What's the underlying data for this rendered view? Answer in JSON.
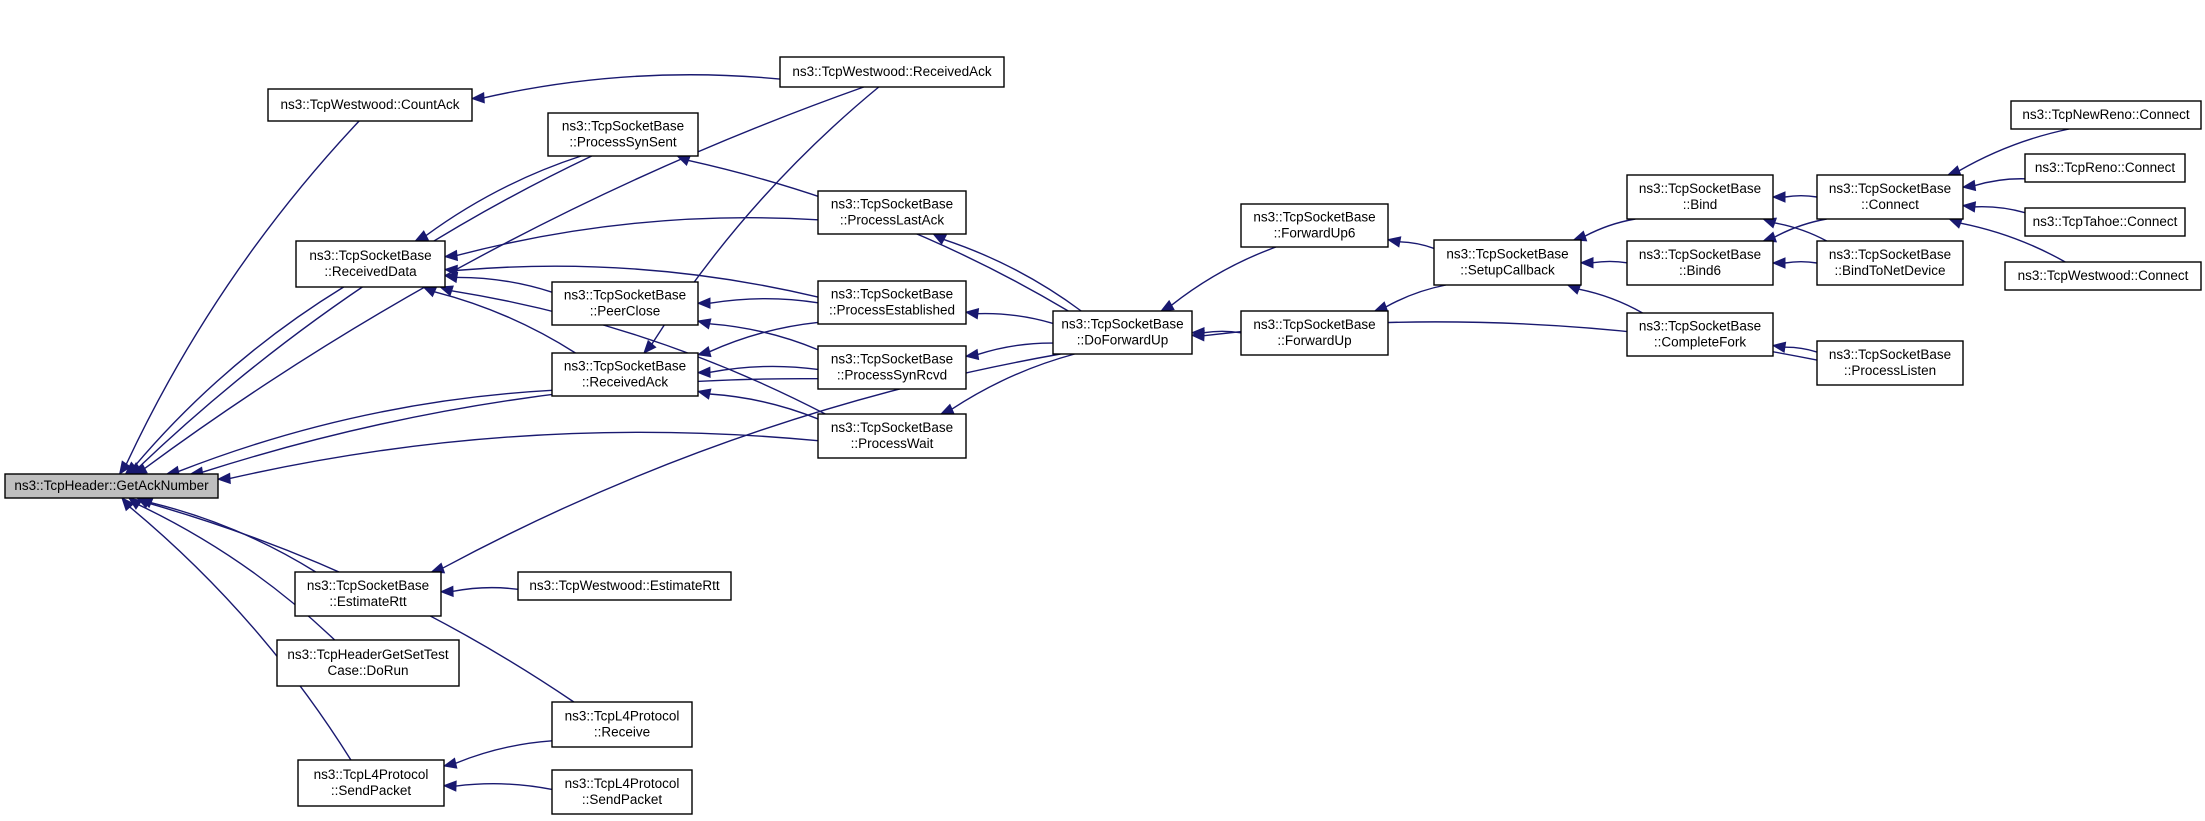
{
  "graph": {
    "edge_color": "#191970",
    "root_fill": "#bfbfbf",
    "node_fill": "#ffffff",
    "nodes": [
      {
        "id": "n0",
        "lines": [
          "ns3::TcpHeader::GetAckNumber"
        ]
      },
      {
        "id": "n1",
        "lines": [
          "ns3::TcpWestwood::CountAck"
        ]
      },
      {
        "id": "n2",
        "lines": [
          "ns3::TcpWestwood::ReceivedAck"
        ]
      },
      {
        "id": "n3",
        "lines": [
          "ns3::TcpSocketBase",
          "::ProcessSynSent"
        ]
      },
      {
        "id": "n4",
        "lines": [
          "ns3::TcpSocketBase",
          "::ReceivedData"
        ]
      },
      {
        "id": "n5",
        "lines": [
          "ns3::TcpSocketBase",
          "::PeerClose"
        ]
      },
      {
        "id": "n6",
        "lines": [
          "ns3::TcpSocketBase",
          "::ReceivedAck"
        ]
      },
      {
        "id": "n7",
        "lines": [
          "ns3::TcpSocketBase",
          "::ProcessLastAck"
        ]
      },
      {
        "id": "n8",
        "lines": [
          "ns3::TcpSocketBase",
          "::ProcessEstablished"
        ]
      },
      {
        "id": "n9",
        "lines": [
          "ns3::TcpSocketBase",
          "::ProcessSynRcvd"
        ]
      },
      {
        "id": "n10",
        "lines": [
          "ns3::TcpSocketBase",
          "::ProcessWait"
        ]
      },
      {
        "id": "n11",
        "lines": [
          "ns3::TcpSocketBase",
          "::DoForwardUp"
        ]
      },
      {
        "id": "n12",
        "lines": [
          "ns3::TcpSocketBase",
          "::ForwardUp6"
        ]
      },
      {
        "id": "n13",
        "lines": [
          "ns3::TcpSocketBase",
          "::ForwardUp"
        ]
      },
      {
        "id": "n14",
        "lines": [
          "ns3::TcpSocketBase",
          "::SetupCallback"
        ]
      },
      {
        "id": "n15",
        "lines": [
          "ns3::TcpSocketBase",
          "::Bind"
        ]
      },
      {
        "id": "n16",
        "lines": [
          "ns3::TcpSocketBase",
          "::Bind6"
        ]
      },
      {
        "id": "n17",
        "lines": [
          "ns3::TcpSocketBase",
          "::CompleteFork"
        ]
      },
      {
        "id": "n18",
        "lines": [
          "ns3::TcpSocketBase",
          "::Connect"
        ]
      },
      {
        "id": "n19",
        "lines": [
          "ns3::TcpSocketBase",
          "::BindToNetDevice"
        ]
      },
      {
        "id": "n20",
        "lines": [
          "ns3::TcpSocketBase",
          "::ProcessListen"
        ]
      },
      {
        "id": "n21",
        "lines": [
          "ns3::TcpNewReno::Connect"
        ]
      },
      {
        "id": "n22",
        "lines": [
          "ns3::TcpReno::Connect"
        ]
      },
      {
        "id": "n23",
        "lines": [
          "ns3::TcpTahoe::Connect"
        ]
      },
      {
        "id": "n24",
        "lines": [
          "ns3::TcpWestwood::Connect"
        ]
      },
      {
        "id": "n25",
        "lines": [
          "ns3::TcpSocketBase",
          "::EstimateRtt"
        ]
      },
      {
        "id": "n26",
        "lines": [
          "ns3::TcpWestwood::EstimateRtt"
        ]
      },
      {
        "id": "n27",
        "lines": [
          "ns3::TcpHeaderGetSetTest",
          "Case::DoRun"
        ]
      },
      {
        "id": "n28",
        "lines": [
          "ns3::TcpL4Protocol",
          "::Receive"
        ]
      },
      {
        "id": "n29",
        "lines": [
          "ns3::TcpL4Protocol",
          "::SendPacket"
        ]
      },
      {
        "id": "n30",
        "lines": [
          "ns3::TcpL4Protocol",
          "::SendPacket"
        ]
      }
    ],
    "edges": [
      {
        "from": "n1",
        "to": "n0"
      },
      {
        "from": "n2",
        "to": "n0"
      },
      {
        "from": "n2",
        "to": "n1"
      },
      {
        "from": "n3",
        "to": "n0"
      },
      {
        "from": "n3",
        "to": "n4"
      },
      {
        "from": "n4",
        "to": "n0"
      },
      {
        "from": "n5",
        "to": "n4"
      },
      {
        "from": "n6",
        "to": "n0"
      },
      {
        "from": "n6",
        "to": "n4"
      },
      {
        "from": "n2",
        "to": "n6"
      },
      {
        "from": "n7",
        "to": "n4"
      },
      {
        "from": "n8",
        "to": "n4"
      },
      {
        "from": "n8",
        "to": "n5"
      },
      {
        "from": "n8",
        "to": "n6"
      },
      {
        "from": "n9",
        "to": "n0"
      },
      {
        "from": "n9",
        "to": "n5"
      },
      {
        "from": "n9",
        "to": "n6"
      },
      {
        "from": "n10",
        "to": "n0"
      },
      {
        "from": "n10",
        "to": "n4"
      },
      {
        "from": "n10",
        "to": "n6"
      },
      {
        "from": "n11",
        "to": "n3"
      },
      {
        "from": "n11",
        "to": "n7"
      },
      {
        "from": "n11",
        "to": "n8"
      },
      {
        "from": "n11",
        "to": "n9"
      },
      {
        "from": "n11",
        "to": "n10"
      },
      {
        "from": "n11",
        "to": "n25"
      },
      {
        "from": "n12",
        "to": "n11"
      },
      {
        "from": "n13",
        "to": "n11"
      },
      {
        "from": "n14",
        "to": "n12"
      },
      {
        "from": "n14",
        "to": "n13"
      },
      {
        "from": "n15",
        "to": "n14"
      },
      {
        "from": "n16",
        "to": "n14"
      },
      {
        "from": "n17",
        "to": "n14"
      },
      {
        "from": "n18",
        "to": "n15"
      },
      {
        "from": "n18",
        "to": "n16"
      },
      {
        "from": "n19",
        "to": "n15"
      },
      {
        "from": "n19",
        "to": "n16"
      },
      {
        "from": "n20",
        "to": "n17"
      },
      {
        "from": "n20",
        "to": "n11"
      },
      {
        "from": "n21",
        "to": "n18"
      },
      {
        "from": "n22",
        "to": "n18"
      },
      {
        "from": "n23",
        "to": "n18"
      },
      {
        "from": "n24",
        "to": "n18"
      },
      {
        "from": "n25",
        "to": "n0"
      },
      {
        "from": "n26",
        "to": "n25"
      },
      {
        "from": "n27",
        "to": "n0"
      },
      {
        "from": "n28",
        "to": "n0"
      },
      {
        "from": "n28",
        "to": "n30"
      },
      {
        "from": "n29",
        "to": "n30"
      },
      {
        "from": "n30",
        "to": "n0"
      }
    ]
  }
}
